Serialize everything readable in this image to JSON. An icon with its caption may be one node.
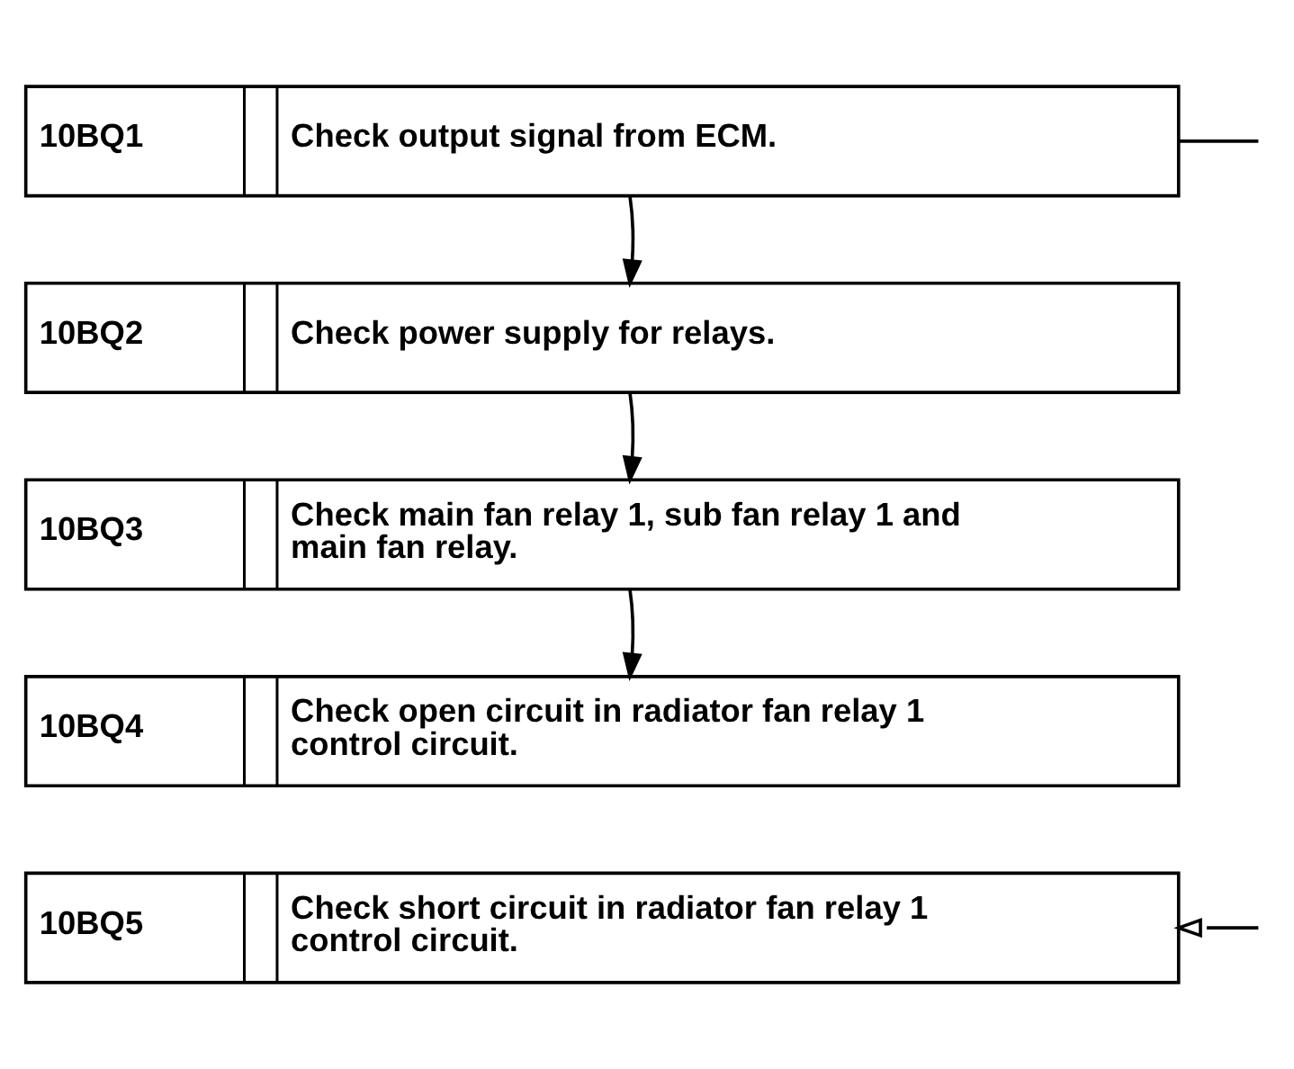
{
  "diagram": {
    "nodes": [
      {
        "text": [
          "10BQ1",
          "Check output signal from ECM."
        ]
      },
      {
        "text": [
          "10BQ2",
          "Check power supply for relays."
        ]
      },
      {
        "text": [
          "10BQ3",
          "Check main fan relay 1, sub fan relay 1 and main fan relay."
        ]
      },
      {
        "text": [
          "10BQ4",
          "Check open circuit in radiator fan relay 1 control circuit."
        ]
      },
      {
        "text": [
          "10BQ5",
          "Check short circuit in radiator fan relay 1 control circuit."
        ]
      }
    ],
    "edges": [
      {
        "from": 0,
        "to": 1,
        "arrow": "to"
      },
      {
        "from": 1,
        "to": 2,
        "arrow": "to"
      },
      {
        "from": 2,
        "to": 3,
        "arrow": "to"
      },
      {
        "from": 0,
        "to": null,
        "arrow": "none"
      },
      {
        "from": null,
        "to": 4,
        "arrow": "to"
      }
    ]
  }
}
